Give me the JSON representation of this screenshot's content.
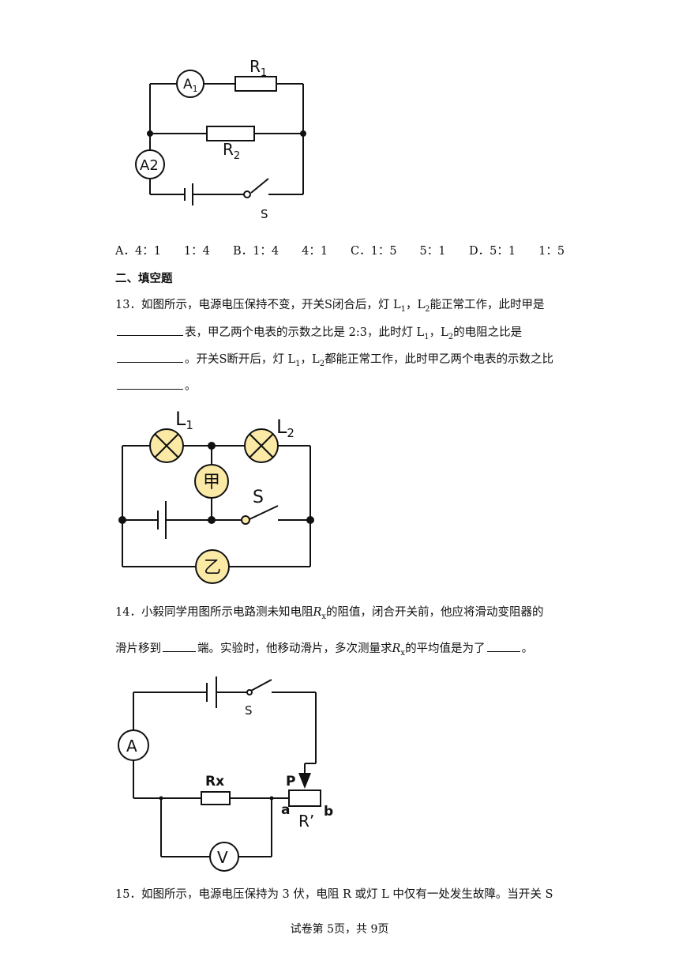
{
  "fig12": {
    "labels": {
      "a1": "A",
      "a1_sub": "1",
      "a2": "A2",
      "r1": "R",
      "r1_sub": "1",
      "r2": "R",
      "r2_sub": "2",
      "s": "S"
    }
  },
  "q12_options": [
    {
      "letter": "A．",
      "text": "4：1　　1：4"
    },
    {
      "letter": "B．",
      "text": "1：4　　4：1"
    },
    {
      "letter": "C．",
      "text": "1：5　　5：1"
    },
    {
      "letter": "D．",
      "text": "5：1　　1：5"
    }
  ],
  "section2": {
    "title": "二、填空题"
  },
  "q13": {
    "line1_a": "13．如图所示，电源电压保持不变，开关S闭合后，灯 L",
    "line1_b": "，L",
    "line1_c": "能正常工作，此时甲是",
    "line2_a": "表，甲乙两个电表的示数之比是 2:3，此时灯 L",
    "line2_b": "，L",
    "line2_c": "的电阻之比是",
    "line3_a": "。开关S断开后，灯 L",
    "line3_b": "，L",
    "line3_c": "都能正常工作，此时甲乙两个电表的示数之比",
    "line4": "。",
    "sub1": "1",
    "sub2": "2"
  },
  "fig13": {
    "labels": {
      "l1": "L",
      "l1_sub": "1",
      "l2": "L",
      "l2_sub": "2",
      "jia": "甲",
      "yi": "乙",
      "s": "S"
    }
  },
  "q14": {
    "line1_a": "14．小毅同学用图所示电路测未知电阻",
    "rx": "R",
    "rx_sub": "x",
    "line1_b": "的阻值，闭合开关前，他应将滑动变阻器的",
    "line2_a": "滑片移到",
    "line2_b": "端。实验时，他移动滑片，多次测量求",
    "line2_c": "的平均值是为了",
    "line2_d": "。"
  },
  "fig14": {
    "labels": {
      "s": "S",
      "a": "A",
      "v": "V",
      "rx": "Rx",
      "p": "P",
      "pa": "a",
      "pb": "b",
      "rp": "R’"
    }
  },
  "q15": {
    "line1": "15．如图所示，电源电压保持为 3 伏，电阻 R 或灯 L 中仅有一处发生故障。当开关 S"
  },
  "footer": {
    "text": "试卷第 5页，共 9页"
  }
}
